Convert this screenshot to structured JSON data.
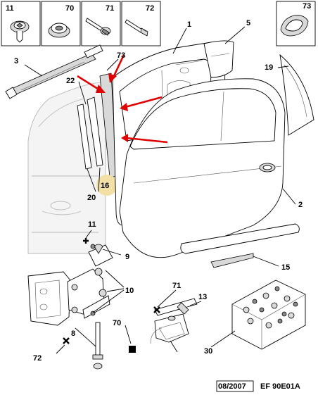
{
  "header_boxes": [
    {
      "id": "11",
      "icon": "torx-screw-icon"
    },
    {
      "id": "70",
      "icon": "rivet-nut-icon"
    },
    {
      "id": "71",
      "icon": "flange-bolt-icon"
    },
    {
      "id": "72",
      "icon": "hex-bolt-icon"
    },
    {
      "id": "73",
      "icon": "plastic-clip-icon"
    }
  ],
  "callouts": {
    "c1": "1",
    "c2": "2",
    "c3": "3",
    "c5": "5",
    "c8": "8",
    "c9": "9",
    "c10": "10",
    "c11": "11",
    "c13": "13",
    "c15": "15",
    "c16": "16",
    "c19": "19",
    "c20": "20",
    "c22": "22",
    "c30": "30",
    "c70": "70",
    "c71": "71",
    "c72": "72",
    "c73": "73"
  },
  "footer": {
    "date": "08/2007",
    "reference": "EF 90E01A"
  },
  "colors": {
    "arrow": "#e00000",
    "highlight": "#f2e0a6"
  }
}
